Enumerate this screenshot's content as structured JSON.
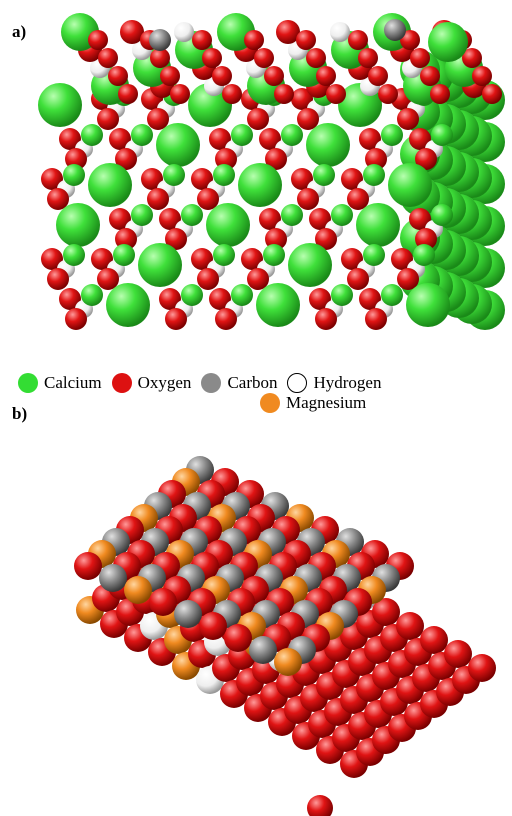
{
  "panel_a": {
    "label": "a)"
  },
  "panel_b": {
    "label": "b)"
  },
  "legend": {
    "calcium": {
      "label": "Calcium",
      "color": "#33dd33"
    },
    "oxygen": {
      "label": "Oxygen",
      "color": "#dd1111"
    },
    "carbon": {
      "label": "Carbon",
      "color": "#8a8a8a"
    },
    "hydrogen": {
      "label": "Hydrogen",
      "color": "#ffffff"
    },
    "magnesium": {
      "label": "Magnesium",
      "color": "#f08a20"
    }
  }
}
